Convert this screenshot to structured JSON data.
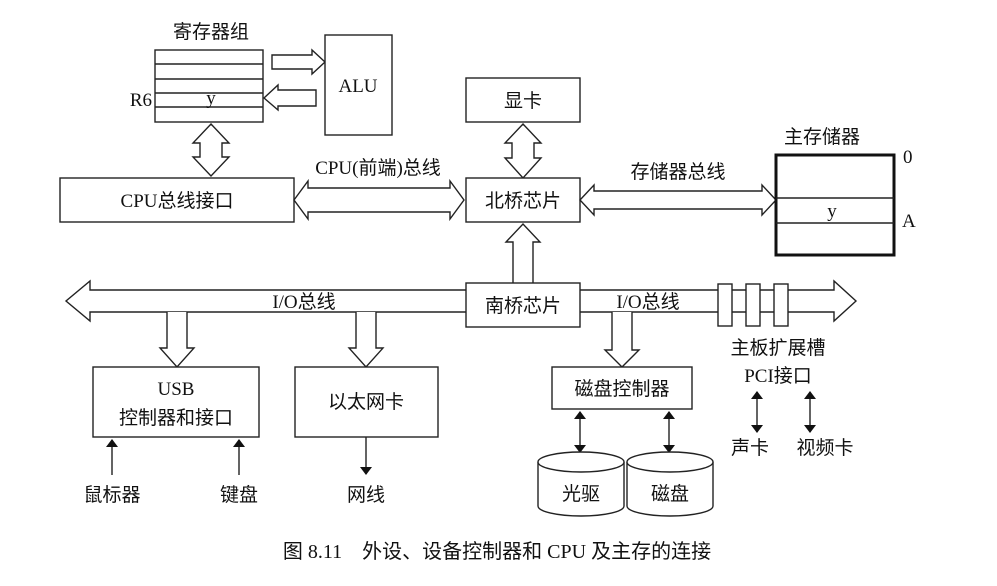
{
  "figure": {
    "caption": "图 8.11　外设、设备控制器和 CPU 及主存的连接"
  },
  "cpu": {
    "register_group_label": "寄存器组",
    "register_name": "R6",
    "register_value": "y",
    "alu_label": "ALU",
    "bus_interface_label": "CPU总线接口"
  },
  "buses": {
    "front_side_bus_label": "CPU(前端)总线",
    "memory_bus_label": "存储器总线",
    "io_bus_left_label": "I/O总线",
    "io_bus_right_label": "I/O总线"
  },
  "chipset": {
    "north_bridge_label": "北桥芯片",
    "south_bridge_label": "南桥芯片",
    "graphics_card_label": "显卡"
  },
  "memory": {
    "title": "主存储器",
    "address_top": "0",
    "cell_value": "y",
    "address_cell": "A"
  },
  "io_devices": {
    "usb_line1": "USB",
    "usb_line2": "控制器和接口",
    "ethernet_label": "以太网卡",
    "disk_controller_label": "磁盘控制器",
    "expansion_slot_line1": "主板扩展槽",
    "expansion_slot_line2": "PCI接口",
    "mouse_label": "鼠标器",
    "keyboard_label": "键盘",
    "network_cable_label": "网线",
    "optical_drive_label": "光驱",
    "disk_label": "磁盘",
    "sound_card_label": "声卡",
    "video_card_label": "视频卡"
  }
}
